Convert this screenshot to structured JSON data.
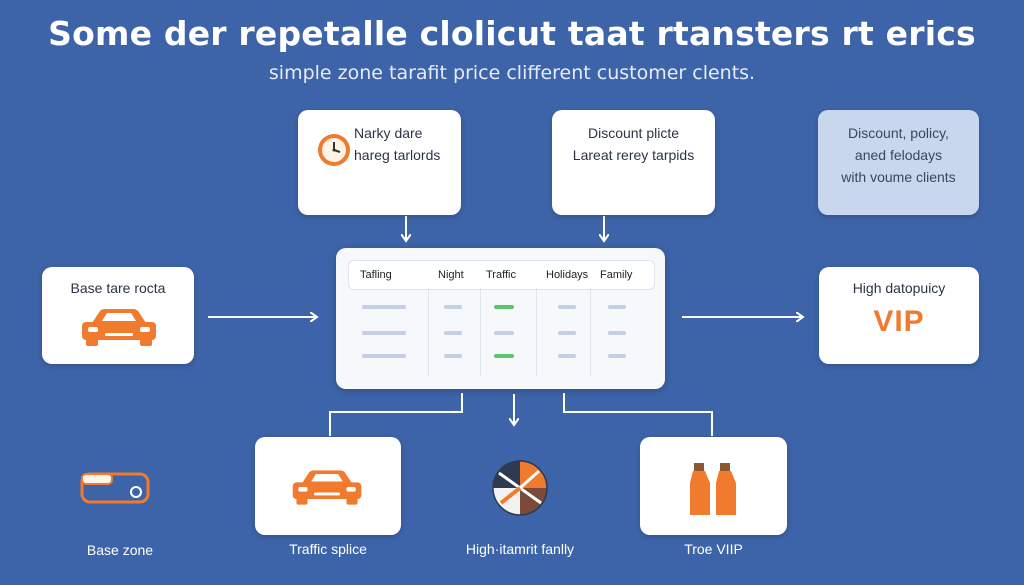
{
  "header": {
    "title": "Some der repetalle clolicut taat rtansters rt erics",
    "subtitle": "simple zone tarafit price clifferent customer clents."
  },
  "top_cards": [
    {
      "line1": "Narky dare",
      "line2": "hareg tarlords",
      "icon": "clock-icon"
    },
    {
      "line1": "Discount plicte",
      "line2": "Lareat rerey tarpids"
    },
    {
      "line1": "Discount, policy,",
      "line2": "aned felodays",
      "line3": "with voume clients"
    }
  ],
  "left_card": {
    "label": "Base tare rocta",
    "icon": "car-icon"
  },
  "right_card": {
    "label": "High datopuicy",
    "badge": "VIP"
  },
  "table": {
    "headers": [
      "Tafling",
      "Night",
      "Traffic",
      "Holidays",
      "Family"
    ]
  },
  "bottom_items": [
    {
      "label": "Base zone",
      "icon": "luggage-icon"
    },
    {
      "label": "Traffic splice",
      "icon": "car-icon"
    },
    {
      "label": "High·itamrit fanlly",
      "icon": "globe-icon"
    },
    {
      "label": "Troe VIIP",
      "icon": "bottles-icon"
    }
  ],
  "colors": {
    "background": "#3d64a8",
    "accent_orange": "#f07a2e",
    "accent_green": "#5cc46a"
  }
}
